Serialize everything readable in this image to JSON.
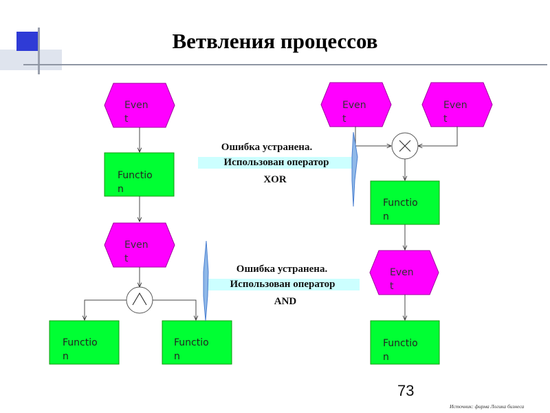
{
  "title": "Ветвления процессов",
  "colors": {
    "event_fill": "#ff00ff",
    "function_fill": "#00ff33",
    "callout_fill": "#ccffff",
    "accent_blue": "#3333cc"
  },
  "left_diagram": {
    "event_top": "Even\nt",
    "function_mid": "Functio\nn",
    "event_mid": "Even\nt",
    "operator": "AND",
    "function_bottom_left": "Functio\nn",
    "function_bottom_right": "Functio\nn"
  },
  "right_diagram": {
    "event_top_left": "Even\nt",
    "event_top_right": "Even\nt",
    "operator": "XOR",
    "function_mid": "Functio\nn",
    "event_mid": "Even\nt",
    "function_bottom": "Functio\nn"
  },
  "callout_xor": {
    "line1": "Ошибка устранена.",
    "line2": "Использован оператор",
    "line3": "XOR"
  },
  "callout_and": {
    "line1": "Ошибка устранена.",
    "line2": "Использован оператор",
    "line3": "AND"
  },
  "page_number": "73",
  "source": "Источник: фирма Логика бизнеса"
}
